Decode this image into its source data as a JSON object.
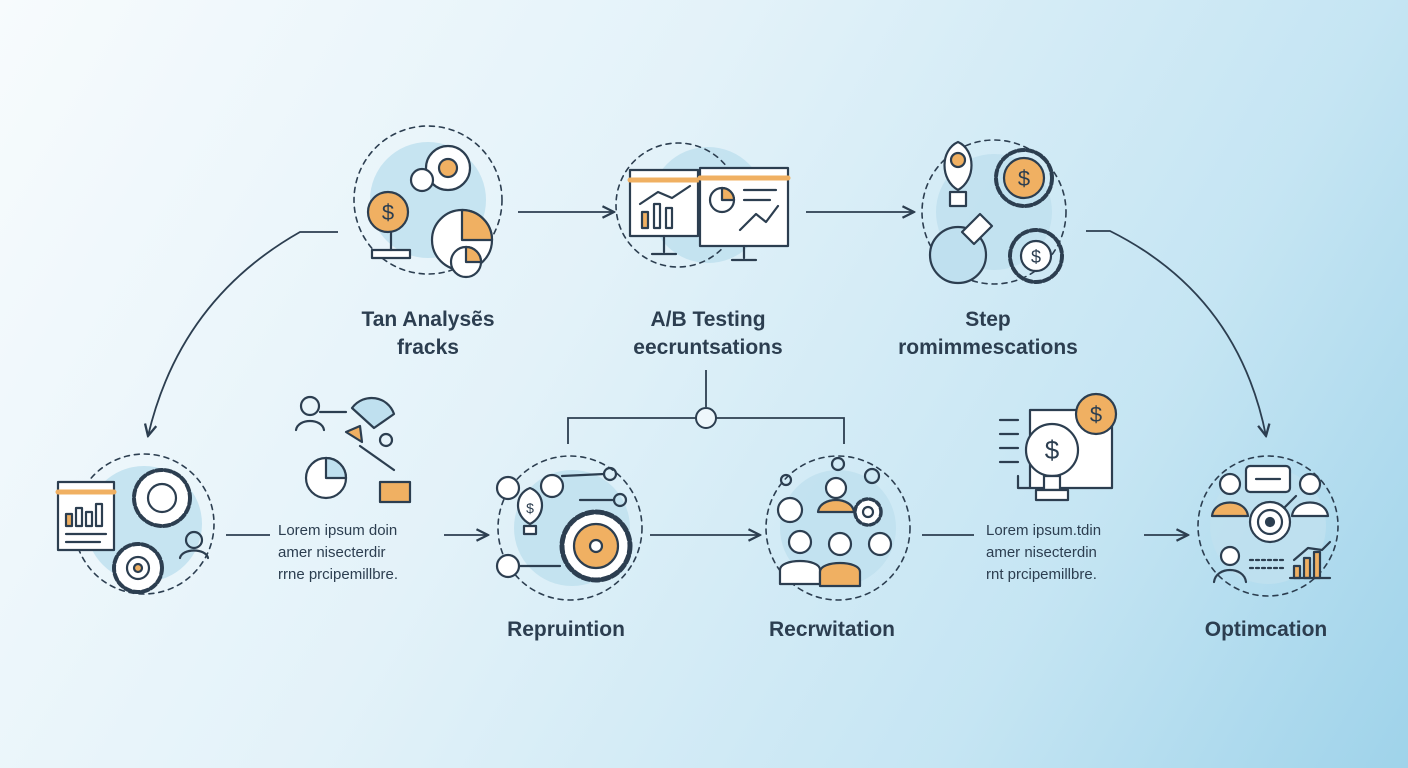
{
  "colors": {
    "ink": "#2c3e50",
    "accent": "#f0b062",
    "blob": "#bfe0ef",
    "bg_start": "#f7fbfd",
    "bg_end": "#9fd3ea"
  },
  "nodes": [
    {
      "id": "n1",
      "lines": [
        "Tan Analysẽs",
        "fracks"
      ],
      "icon": "analysis-icon"
    },
    {
      "id": "n2",
      "lines": [
        "A/B Testing",
        "eecruntsations"
      ],
      "icon": "dashboard-monitor-icon"
    },
    {
      "id": "n3",
      "lines": [
        "Step",
        "romimmescations"
      ],
      "icon": "idea-gears-icon"
    },
    {
      "id": "n4",
      "lines": [],
      "icon": "report-gears-icon"
    },
    {
      "id": "n5",
      "lines": [
        "Repruintion"
      ],
      "icon": "idea-gear-network-icon"
    },
    {
      "id": "n6",
      "lines": [
        "Recrwitation"
      ],
      "icon": "team-icon"
    },
    {
      "id": "n7",
      "lines": [
        "Optimcation"
      ],
      "icon": "target-team-icon"
    }
  ],
  "notes": [
    {
      "id": "note1",
      "lines": [
        "Lorem ipsum doin",
        "amer nisecterdir",
        "rrne prcipemillbre."
      ],
      "icon": "people-pie-icon"
    },
    {
      "id": "note2",
      "lines": [
        "Lorem ipsum.tdin",
        "amer nisecterdin",
        "rnt prcipemillbre."
      ],
      "icon": "money-monitor-icon"
    }
  ]
}
